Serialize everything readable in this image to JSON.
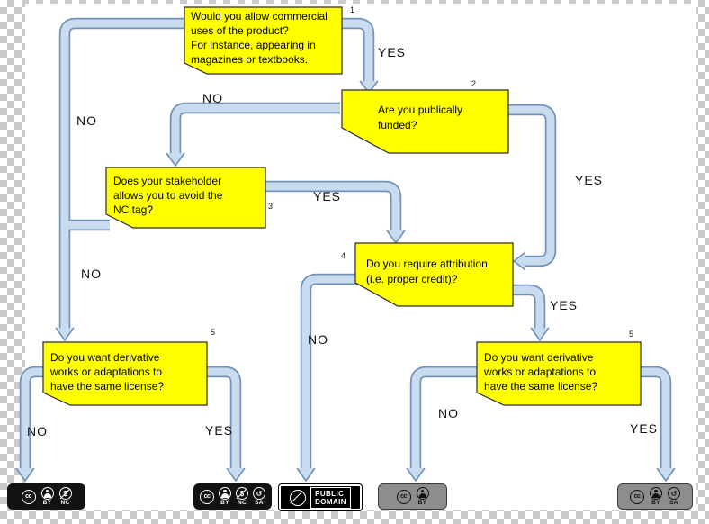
{
  "colors": {
    "node_fill": "#ffff00",
    "node_border": "#2b2b2b",
    "arrow_fill": "#c9dcef",
    "arrow_outline": "#7291b8",
    "badge_dark": "#121212",
    "badge_gray": "#8d8d8d",
    "checker": "#cbcbcb"
  },
  "diagram": {
    "nodes": {
      "q1": {
        "number": "1",
        "text": "Would you allow commercial\nuses of the product?\nFor instance, appearing in\nmagazines or textbooks."
      },
      "q2": {
        "number": "2",
        "text": "Are you publically\nfunded?"
      },
      "q3": {
        "number": "3",
        "text": "Does your stakeholder\nallows you to avoid the\nNC tag?"
      },
      "q4": {
        "number": "4",
        "text": "Do you require attribution\n(i.e. proper credit)?"
      },
      "q5_left": {
        "number": "5",
        "text": "Do you want derivative\nworks or adaptations to\nhave the same license?"
      },
      "q5_right": {
        "number": "5",
        "text": "Do you want derivative\nworks or adaptations to\nhave the same license?"
      }
    },
    "edge_labels": {
      "q1_yes": "YES",
      "q1_no": "NO",
      "q2_yes": "YES",
      "q2_no": "NO",
      "q3_yes": "YES",
      "q3_no": "NO",
      "q4_yes": "YES",
      "q4_no": "NO",
      "q5_left_yes": "YES",
      "q5_left_no": "NO",
      "q5_right_yes": "YES",
      "q5_right_no": "NO"
    }
  },
  "icon_glyphs": {
    "cc": "cc",
    "nc_dollar": "$",
    "sa_arrow": "↺"
  },
  "licenses": {
    "by_nc": {
      "labels": [
        "BY",
        "NC"
      ]
    },
    "by_nc_sa": {
      "labels": [
        "BY",
        "NC",
        "SA"
      ]
    },
    "public_domain": {
      "lines": [
        "PUBLIC",
        "DOMAIN"
      ]
    },
    "by": {
      "labels": [
        "BY"
      ]
    },
    "by_sa": {
      "labels": [
        "BY",
        "SA"
      ]
    }
  }
}
